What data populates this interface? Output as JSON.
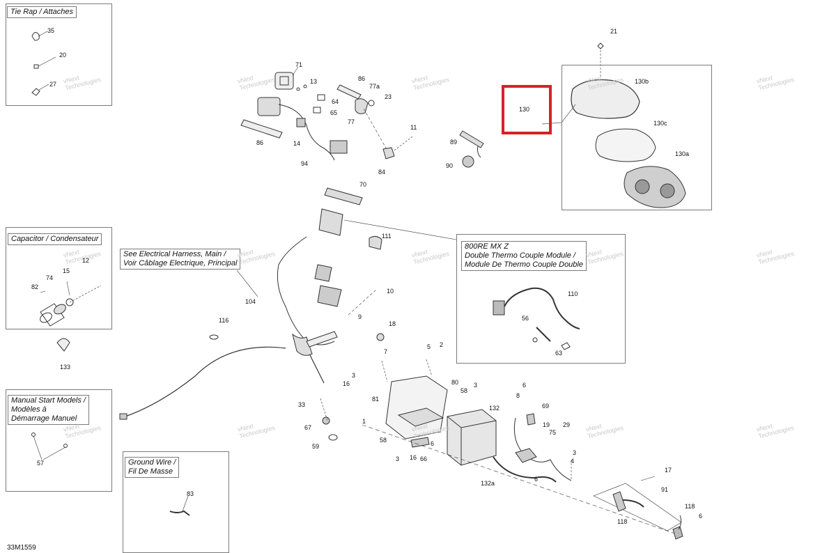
{
  "diagram_id": "33M1559",
  "highlight_color": "#d92027",
  "boxes": {
    "tie_rap": "Tie Rap / Attaches",
    "capacitor": "Capacitor / Condensateur",
    "manual_start": "Manual Start Models /\nModèles à\nDémarrage Manuel",
    "ground_wire": "Ground Wire /\nFil De Masse",
    "harness_note": "See Electrical Harness, Main /\nVoir Câblage Electrique, Principal",
    "thermo_module": "800RE MX Z\nDouble Thermo Couple Module /\nModule De Thermo Couple Double"
  },
  "watermark": "vNext\nTechnologies",
  "labels": {
    "l35": "35",
    "l20": "20",
    "l27": "27",
    "l12": "12",
    "l15": "15",
    "l74": "74",
    "l82": "82",
    "l133": "133",
    "l57": "57",
    "l83": "83",
    "l71": "71",
    "l13": "13",
    "l64": "64",
    "l65": "65",
    "l14": "14",
    "l94": "94",
    "l86a": "86",
    "l86b": "86",
    "l77a": "77a",
    "l23": "23",
    "l77": "77",
    "l11": "11",
    "l84": "84",
    "l89": "89",
    "l90": "90",
    "l21": "21",
    "l130": "130",
    "l130b": "130b",
    "l130c": "130c",
    "l130a": "130a",
    "l70": "70",
    "l111": "111",
    "l104": "104",
    "l10": "10",
    "l9": "9",
    "l116": "116",
    "l18": "18",
    "l110": "110",
    "l56": "56",
    "l63": "63",
    "l7": "7",
    "l5": "5",
    "l2": "2",
    "l3a": "3",
    "l16a": "16",
    "l80": "80",
    "l3b": "3",
    "l58a": "58",
    "l132": "132",
    "l81": "81",
    "l33": "33",
    "l67": "67",
    "l59": "59",
    "l1": "1",
    "l58b": "58",
    "l3c": "3",
    "l16b": "16",
    "l6a": "6",
    "l66": "66",
    "l6b": "6",
    "l8": "8",
    "l69": "69",
    "l19": "19",
    "l75": "75",
    "l29": "29",
    "l3d": "3",
    "l4": "4",
    "l132a": "132a",
    "l6c": "6",
    "l17": "17",
    "l91": "91",
    "l118a": "118",
    "l118b": "118",
    "l6d": "6"
  }
}
